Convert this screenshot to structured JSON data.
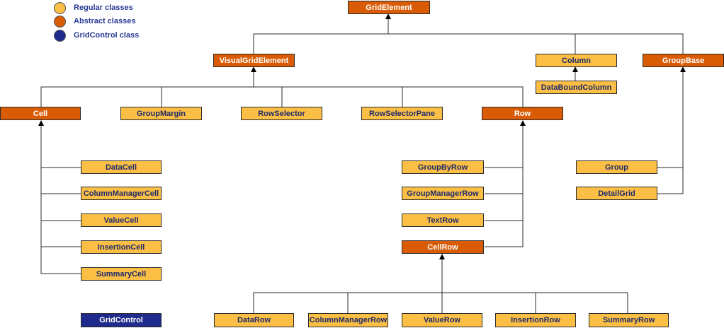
{
  "legend": {
    "regular": "Regular classes",
    "abstract": "Abstract classes",
    "gridcontrol": "GridControl class"
  },
  "colors": {
    "regular": "#fbbf45",
    "abstract": "#d95c05",
    "gridcontrol": "#1f2b8c",
    "regular_text": "#1f2a6b",
    "legend_text": "#2a3a96",
    "line": "#2b2b2b"
  },
  "classes": {
    "grid_element": "GridElement",
    "visual_grid_element": "VisualGridElement",
    "column": "Column",
    "data_bound_column": "DataBoundColumn",
    "group_base": "GroupBase",
    "cell": "Cell",
    "group_margin": "GroupMargin",
    "row_selector": "RowSelector",
    "row_selector_pane": "RowSelectorPane",
    "row": "Row",
    "data_cell": "DataCell",
    "column_manager_cell": "ColumnManagerCell",
    "value_cell": "ValueCell",
    "insertion_cell": "InsertionCell",
    "summary_cell": "SummaryCell",
    "group_by_row": "GroupByRow",
    "group_manager_row": "GroupManagerRow",
    "text_row": "TextRow",
    "cell_row": "CellRow",
    "group": "Group",
    "detail_grid": "DetailGrid",
    "grid_control": "GridControl",
    "data_row": "DataRow",
    "column_manager_row": "ColumnManagerRow",
    "value_row": "ValueRow",
    "insertion_row": "InsertionRow",
    "summary_row": "SummaryRow"
  }
}
